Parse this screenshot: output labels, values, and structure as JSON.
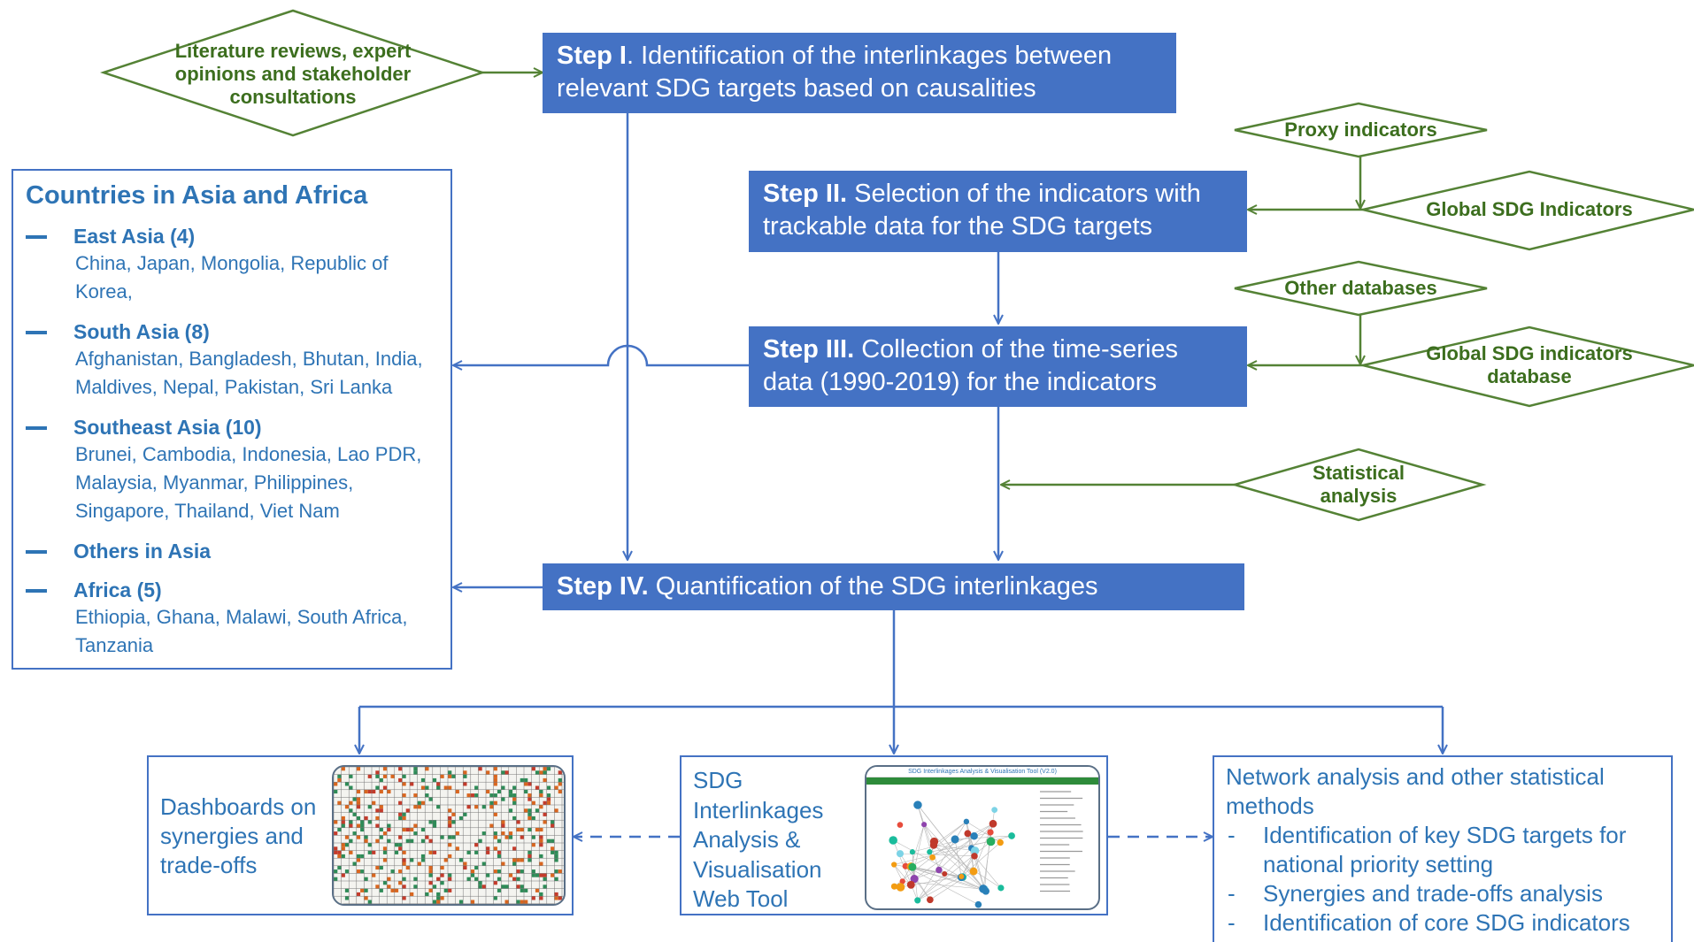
{
  "inputs": {
    "literature": "Literature reviews, expert opinions and stakeholder consultations",
    "proxy": "Proxy indicators",
    "global_sdg": "Global SDG Indicators",
    "other_db": "Other databases",
    "global_db": "Global SDG indicators database",
    "statistical": "Statistical analysis"
  },
  "steps": {
    "s1": {
      "bold": "Step I",
      "text": ". Identification of the interlinkages between relevant SDG targets based on causalities"
    },
    "s2": {
      "bold": "Step II.",
      "text": " Selection of the indicators with trackable data for the SDG targets"
    },
    "s3": {
      "bold": "Step III.",
      "text": " Collection of the time-series data (1990-2019) for the indicators"
    },
    "s4": {
      "bold": "Step IV.",
      "text": " Quantification of the SDG interlinkages"
    }
  },
  "countries": {
    "title": "Countries in Asia and Africa",
    "regions": [
      {
        "name": "East Asia (4)",
        "list": "China, Japan, Mongolia, Republic of Korea,"
      },
      {
        "name": "South Asia (8)",
        "list": "Afghanistan, Bangladesh, Bhutan, India, Maldives, Nepal, Pakistan, Sri Lanka"
      },
      {
        "name": "Southeast Asia (10)",
        "list": "Brunei, Cambodia, Indonesia, Lao PDR, Malaysia, Myanmar, Philippines, Singapore, Thailand, Viet Nam"
      },
      {
        "name": "Others in Asia",
        "list": ""
      },
      {
        "name": "Africa (5)",
        "list": "Ethiopia, Ghana, Malawi, South Africa, Tanzania"
      }
    ]
  },
  "outputs": {
    "dashboards": "Dashboards on synergies and trade-offs",
    "webtool": "SDG Interlinkages Analysis & Visualisation Web Tool",
    "network": {
      "title": "Network analysis and other statistical methods",
      "items": [
        "Identification of key SDG targets for national priority setting",
        "Synergies and trade-offs analysis",
        "Identification of core SDG indicators"
      ]
    },
    "webtool_header": "SDG Interlinkages Analysis & Visualisation Tool (V2.0)"
  },
  "colors": {
    "step_fill": "#4472C4",
    "arrow": "#4472C4",
    "diamond": "#548235",
    "diamond_text": "#3C6E1E",
    "country_text": "#2E74B5"
  }
}
